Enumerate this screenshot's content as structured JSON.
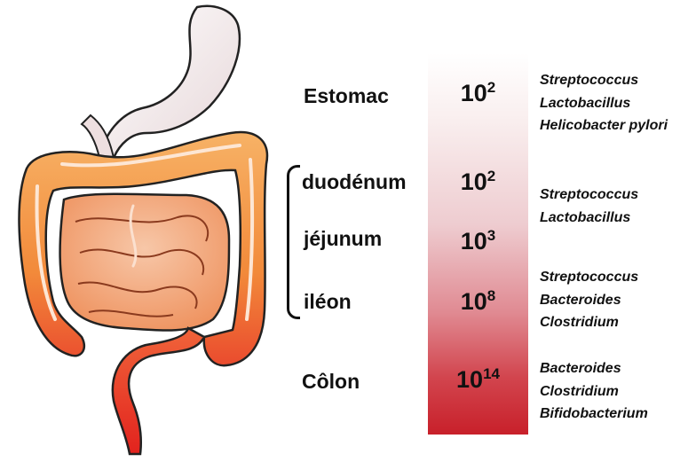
{
  "regions": {
    "stomach": {
      "label": "Estomac",
      "base": "10",
      "exp": "2",
      "bacteria": [
        "Streptococcus",
        "Lactobacillus",
        "Helicobacter pylori"
      ]
    },
    "duodenum": {
      "label": "duodénum",
      "base": "10",
      "exp": "2",
      "bacteria": [
        "Streptococcus",
        "Lactobacillus"
      ]
    },
    "jejunum": {
      "label": "jéjunum",
      "base": "10",
      "exp": "3"
    },
    "ileum": {
      "label": "iléon",
      "base": "10",
      "exp": "8",
      "bacteria": [
        "Streptococcus",
        "Bacteroides",
        "Clostridium"
      ]
    },
    "colon": {
      "label": "Côlon",
      "base": "10",
      "exp": "14",
      "bacteria": [
        "Bacteroides",
        "Clostridium",
        "Bifidobacterium"
      ]
    }
  },
  "colors": {
    "gradient_top": "#ffffff",
    "gradient_bottom": "#c8202a",
    "intestine_orange": "#f5a04a",
    "colon_red": "#e8382e",
    "stomach_fill": "#f2e6e6"
  }
}
